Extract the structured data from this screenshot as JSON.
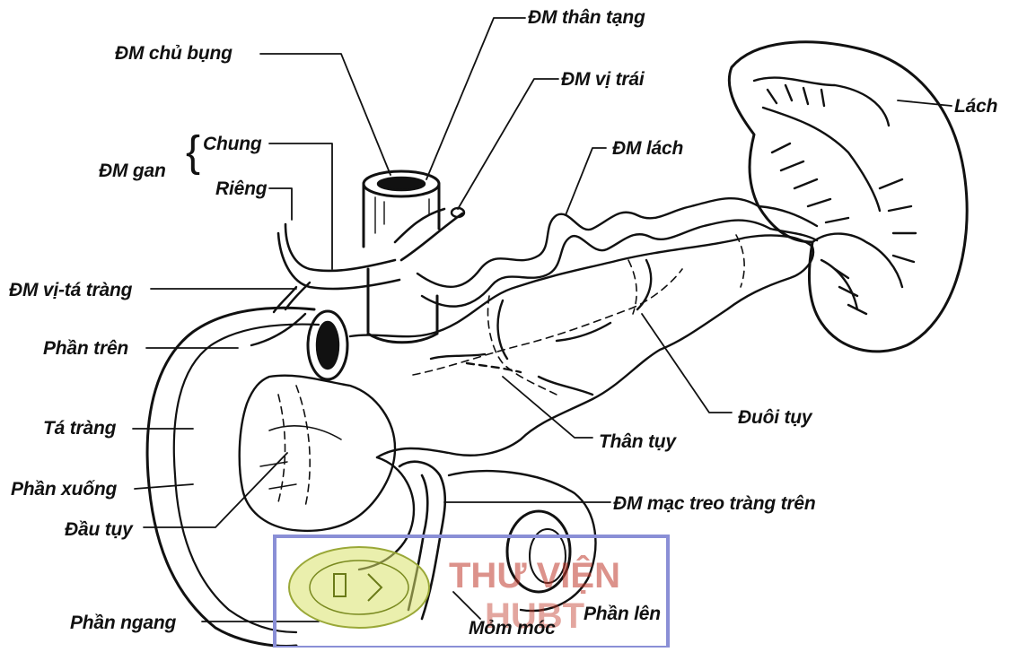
{
  "labels": {
    "dm_than_tang": "ĐM thân tạng",
    "dm_chu_bung": "ĐM chủ bụng",
    "dm_vi_trai": "ĐM vị trái",
    "chung": "Chung",
    "dm_gan": "ĐM gan",
    "rieng": "Riêng",
    "dm_lach": "ĐM lách",
    "lach": "Lách",
    "dm_vi_ta_trang": "ĐM vị-tá tràng",
    "phan_tren": "Phần trên",
    "ta_trang": "Tá tràng",
    "phan_xuong": "Phần xuống",
    "dau_tuy": "Đầu tụy",
    "duoi_tuy": "Đuôi tụy",
    "than_tuy": "Thân tụy",
    "dm_mac_treo": "ĐM mạc treo tràng trên",
    "phan_ngang": "Phần ngang",
    "mom_moc": "Mỏm móc",
    "phan_len": "Phần lên"
  },
  "watermark": {
    "line1": "THƯ VIỆN",
    "line2": "HUBT",
    "accent_color": "#c0392b",
    "frame_color": "#8a8fd6",
    "seal_color": "#d8e26a"
  },
  "colors": {
    "ink": "#111111",
    "background": "#ffffff"
  }
}
